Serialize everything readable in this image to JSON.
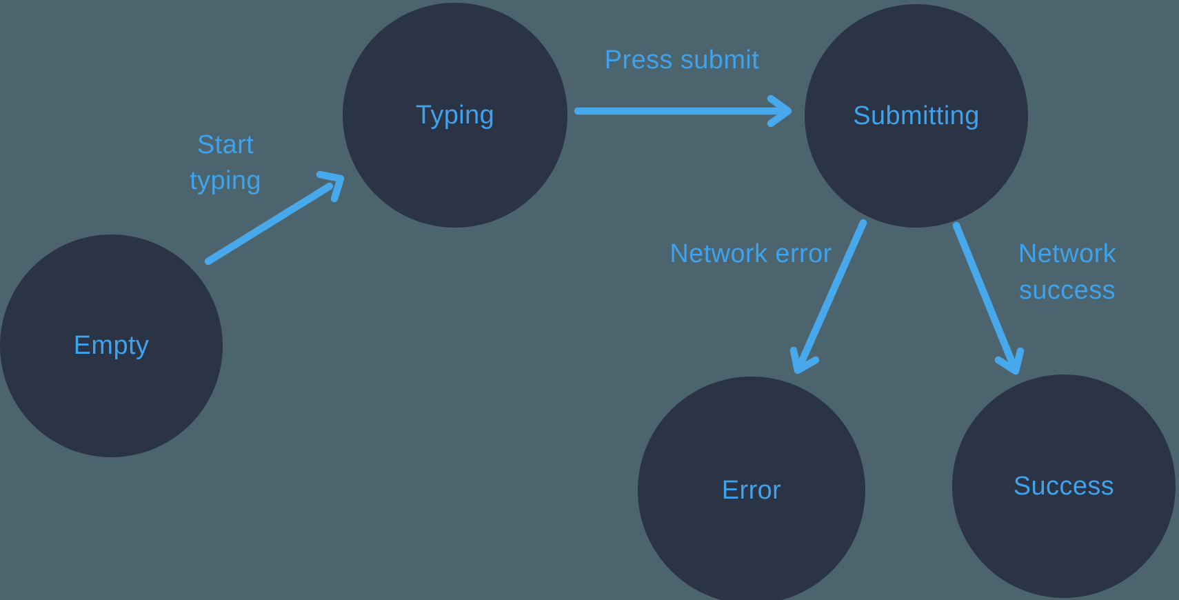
{
  "colors": {
    "bg": "#4C646E",
    "node": "#2B3444",
    "accent": "#3FA2EC",
    "edge": "#47A8EC"
  },
  "diagram": {
    "type": "state-machine",
    "nodes": [
      {
        "id": "empty",
        "label": "Empty"
      },
      {
        "id": "typing",
        "label": "Typing"
      },
      {
        "id": "submitting",
        "label": "Submitting"
      },
      {
        "id": "error",
        "label": "Error"
      },
      {
        "id": "success",
        "label": "Success"
      }
    ],
    "edges": [
      {
        "from": "empty",
        "to": "typing",
        "label": "Start typing"
      },
      {
        "from": "typing",
        "to": "submitting",
        "label": "Press submit"
      },
      {
        "from": "submitting",
        "to": "error",
        "label": "Network error"
      },
      {
        "from": "submitting",
        "to": "success",
        "label": "Network success"
      }
    ]
  }
}
